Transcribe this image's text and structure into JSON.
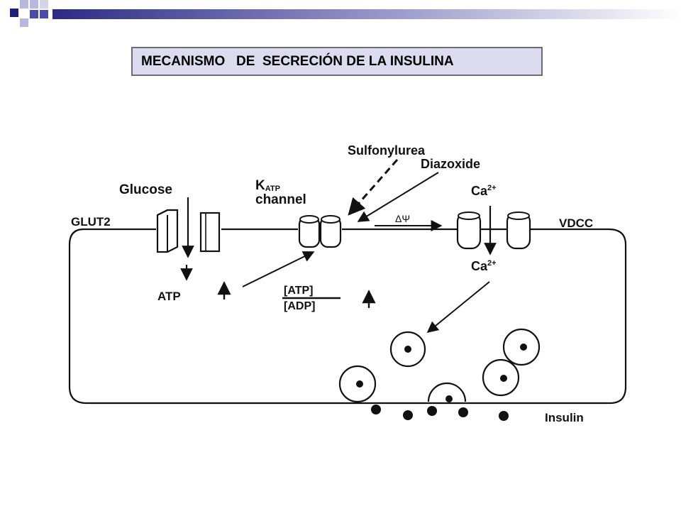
{
  "slide": {
    "title": "MECANISMO   DE  SECRECIÓN DE LA INSULINA"
  },
  "diagram": {
    "labels": {
      "glucose": "Glucose",
      "glut2": "GLUT2",
      "katp_k": "K",
      "katp_sub": "ATP",
      "katp_channel": "channel",
      "sulfonylurea": "Sulfonylurea",
      "diazoxide": "Diazoxide",
      "ca_out": "Ca",
      "ca_out_sup": "2+",
      "ca_in": "Ca",
      "ca_in_sup": "2+",
      "delta_psi": "ΔΨ",
      "vdcc": "VDCC",
      "atp": "ATP",
      "atp_ratio_num": "[ATP]",
      "atp_ratio_den": "[ADP]",
      "insulin": "Insulin"
    }
  },
  "colors": {
    "accent_navy": "#1f1f7a",
    "accent_blue": "#4a4aa8",
    "title_fill": "#dcdcee",
    "title_border": "#6b6b7a",
    "ink": "#111111"
  }
}
